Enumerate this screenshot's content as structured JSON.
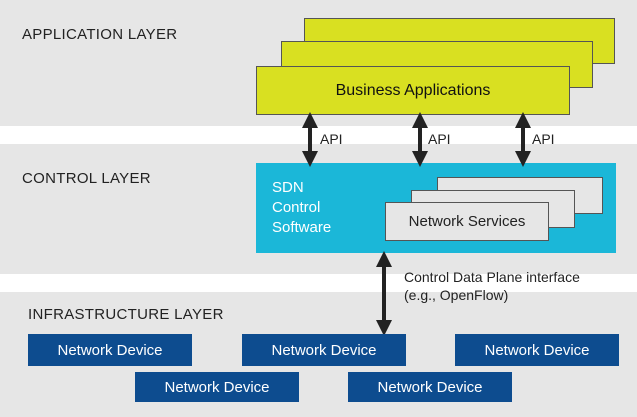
{
  "layers": {
    "application": "APPLICATION LAYER",
    "control": "CONTROL LAYER",
    "infrastructure": "INFRASTRUCTURE LAYER"
  },
  "application": {
    "front_label": "Business Applications"
  },
  "api": {
    "labels": [
      "API",
      "API",
      "API"
    ]
  },
  "control": {
    "software_lines": [
      "SDN",
      "Control",
      "Software"
    ],
    "services_label": "Network Services"
  },
  "interface": {
    "line1": "Control Data Plane interface",
    "line2": "(e.g., OpenFlow)"
  },
  "devices": [
    "Network Device",
    "Network Device",
    "Network Device",
    "Network Device",
    "Network Device"
  ],
  "colors": {
    "band": "#e6e6e6",
    "application": "#d9e021",
    "control": "#1bb7d8",
    "device": "#0d4c8f",
    "arrow": "#222222"
  }
}
